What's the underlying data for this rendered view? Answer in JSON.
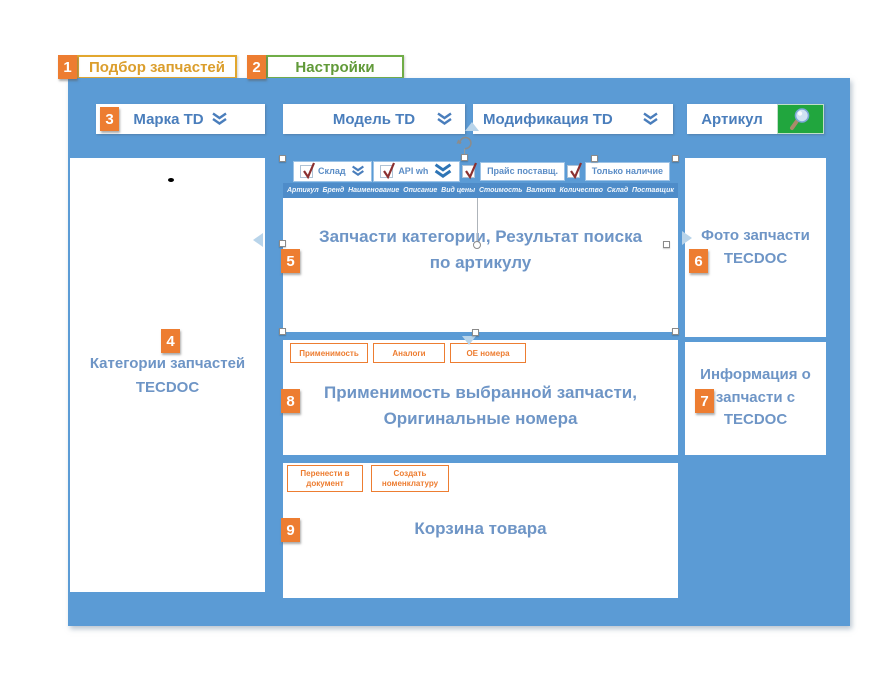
{
  "tabs": [
    {
      "badge": "1",
      "label": "Подбор запчастей"
    },
    {
      "badge": "2",
      "label": "Настройки"
    }
  ],
  "filter_bar": {
    "badge": "3",
    "brand": "Марка  TD",
    "model": "Модель TD",
    "modification": "Модификация TD",
    "article": "Артикул"
  },
  "options_row": {
    "warehouse": "Склад",
    "api": "API wh",
    "price_supplier": "Прайс поставщ.",
    "only_available": "Только наличие"
  },
  "results_table": {
    "columns": [
      "Артикул",
      "Бренд",
      "Наименование",
      "Описание",
      "Вид цены",
      "Стоимость",
      "Валюта",
      "Количество",
      "Склад",
      "Поставщик"
    ]
  },
  "panels": {
    "categories": {
      "badge": "4",
      "text": "Категории запчастей TECDOC"
    },
    "results": {
      "badge": "5",
      "text": "Запчасти категории, Результат поиска по артикулу"
    },
    "photo": {
      "badge": "6",
      "text": "Фото запчасти TECDOC"
    },
    "info": {
      "badge": "7",
      "text": "Информация о запчасти с TECDOC"
    },
    "applicability": {
      "badge": "8",
      "text": "Применимость выбранной запчасти, Оригинальные номера",
      "tabs": [
        "Применимость",
        "Аналоги",
        "ОЕ номера"
      ]
    },
    "cart": {
      "badge": "9",
      "text": "Корзина товара",
      "buttons": [
        "Перенести в документ",
        "Создать номенклатуру"
      ]
    }
  },
  "colors": {
    "main_blue": "#5B9BD5",
    "table_header_blue": "#4E8CC9",
    "accent_orange": "#ED7D31",
    "gold": "#DB9E2C",
    "green": "#70AD47",
    "search_green": "#21A63E",
    "heading_blue": "#6E95C6",
    "check_red": "#8B3030"
  }
}
